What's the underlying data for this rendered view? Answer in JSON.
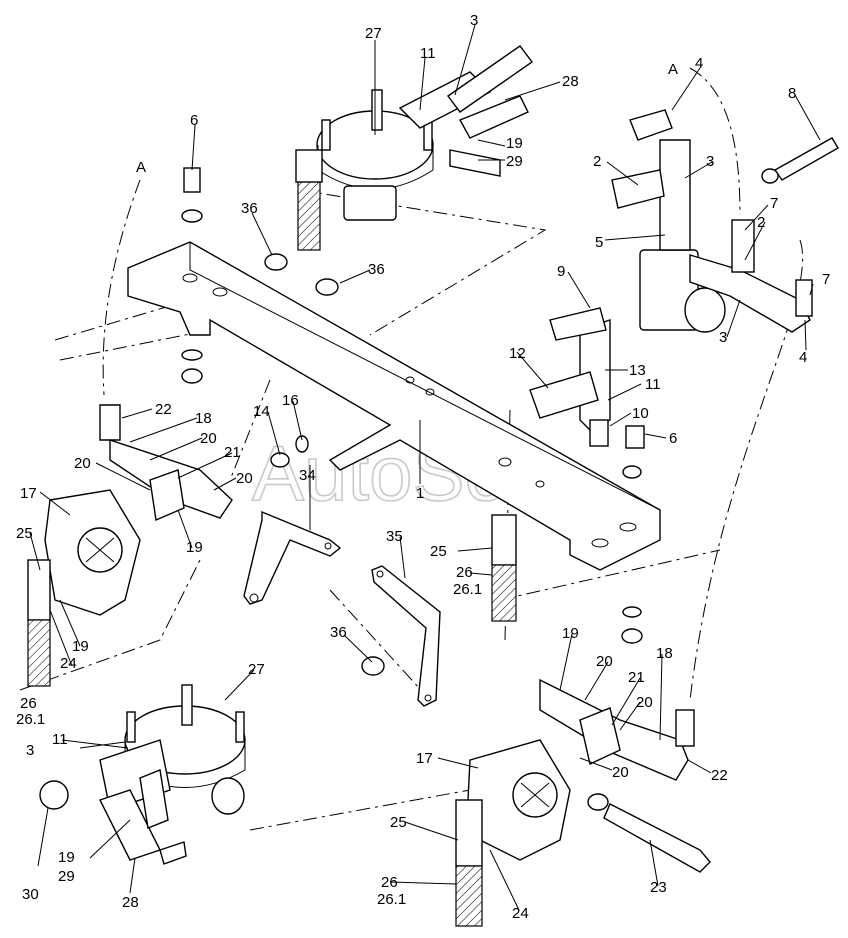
{
  "diagram": {
    "watermark": "AutoSoft",
    "section_marker": "A",
    "callouts": [
      {
        "id": "c1",
        "text": "3"
      },
      {
        "id": "c2",
        "text": "27"
      },
      {
        "id": "c3",
        "text": "11"
      },
      {
        "id": "c4",
        "text": "28"
      },
      {
        "id": "c5",
        "text": "19"
      },
      {
        "id": "c6",
        "text": "29"
      },
      {
        "id": "c7",
        "text": "4"
      },
      {
        "id": "c8",
        "text": "8"
      },
      {
        "id": "c9",
        "text": "3"
      },
      {
        "id": "c10",
        "text": "2"
      },
      {
        "id": "c11",
        "text": "7"
      },
      {
        "id": "c12",
        "text": "2"
      },
      {
        "id": "c13",
        "text": "5"
      },
      {
        "id": "c14",
        "text": "7"
      },
      {
        "id": "c15",
        "text": "3"
      },
      {
        "id": "c16",
        "text": "4"
      },
      {
        "id": "c17",
        "text": "6"
      },
      {
        "id": "c18",
        "text": "36"
      },
      {
        "id": "c19",
        "text": "36"
      },
      {
        "id": "c20",
        "text": "9"
      },
      {
        "id": "c21",
        "text": "12"
      },
      {
        "id": "c22",
        "text": "13"
      },
      {
        "id": "c23",
        "text": "11"
      },
      {
        "id": "c24",
        "text": "10"
      },
      {
        "id": "c25",
        "text": "6"
      },
      {
        "id": "c26",
        "text": "22"
      },
      {
        "id": "c27",
        "text": "18"
      },
      {
        "id": "c28",
        "text": "14"
      },
      {
        "id": "c29",
        "text": "16"
      },
      {
        "id": "c30",
        "text": "20"
      },
      {
        "id": "c31",
        "text": "21"
      },
      {
        "id": "c32",
        "text": "20"
      },
      {
        "id": "c33",
        "text": "34"
      },
      {
        "id": "c34",
        "text": "1"
      },
      {
        "id": "c35",
        "text": "20"
      },
      {
        "id": "c36",
        "text": "17"
      },
      {
        "id": "c37",
        "text": "25"
      },
      {
        "id": "c38",
        "text": "19"
      },
      {
        "id": "c39",
        "text": "24"
      },
      {
        "id": "c40",
        "text": "19"
      },
      {
        "id": "c41",
        "text": "26"
      },
      {
        "id": "c42",
        "text": "26.1"
      },
      {
        "id": "c43",
        "text": "35"
      },
      {
        "id": "c44",
        "text": "25"
      },
      {
        "id": "c45",
        "text": "26"
      },
      {
        "id": "c46",
        "text": "26.1"
      },
      {
        "id": "c47",
        "text": "36"
      },
      {
        "id": "c48",
        "text": "27"
      },
      {
        "id": "c49",
        "text": "11"
      },
      {
        "id": "c50",
        "text": "3"
      },
      {
        "id": "c51",
        "text": "19"
      },
      {
        "id": "c52",
        "text": "29"
      },
      {
        "id": "c53",
        "text": "30"
      },
      {
        "id": "c54",
        "text": "28"
      },
      {
        "id": "c55",
        "text": "19"
      },
      {
        "id": "c56",
        "text": "20"
      },
      {
        "id": "c57",
        "text": "18"
      },
      {
        "id": "c58",
        "text": "21"
      },
      {
        "id": "c59",
        "text": "20"
      },
      {
        "id": "c60",
        "text": "17"
      },
      {
        "id": "c61",
        "text": "20"
      },
      {
        "id": "c62",
        "text": "22"
      },
      {
        "id": "c63",
        "text": "25"
      },
      {
        "id": "c64",
        "text": "23"
      },
      {
        "id": "c65",
        "text": "26"
      },
      {
        "id": "c66",
        "text": "26.1"
      },
      {
        "id": "c67",
        "text": "24"
      }
    ]
  }
}
